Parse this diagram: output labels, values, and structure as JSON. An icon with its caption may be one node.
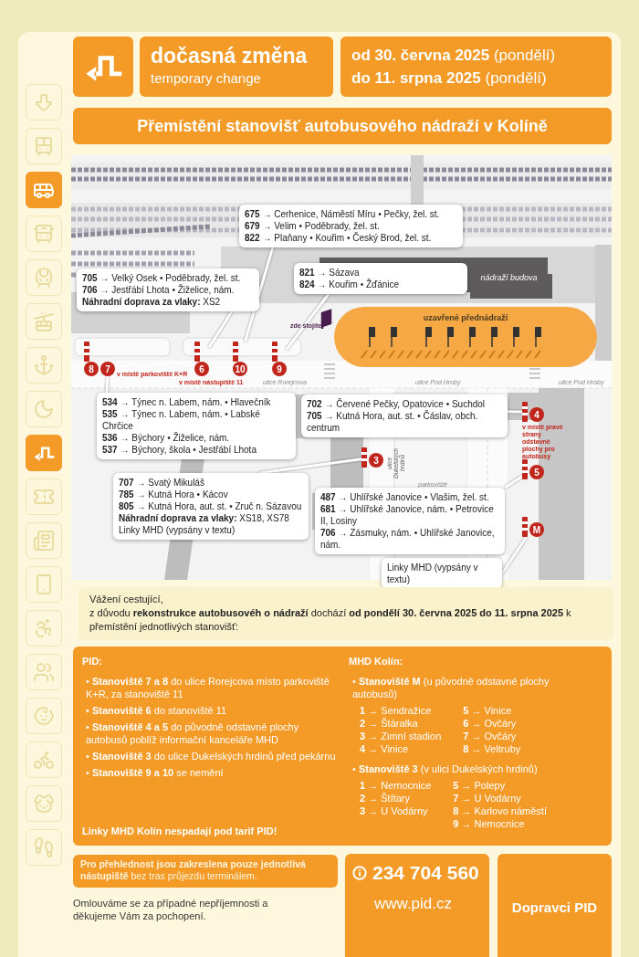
{
  "diagram": {
    "title": "Přemístění stanovišť autobusového nádraží v Kolíně",
    "nodes": [
      {
        "text": [
          "dočasná změna",
          "temporary change"
        ]
      },
      {
        "text": [
          "**od 30. června 2025** (pondělí)",
          "**do 11. srpna 2025** (pondělí)"
        ]
      },
      {
        "text": [
          "**675** → Cerhenice, Náměstí Míru • Pečky, žel. st.",
          "**679** → Velim • Poděbrady, žel. st.",
          "**822** → Plaňany • Kouřim • Český Brod, žel. st."
        ]
      },
      {
        "text": [
          "**705** → Velký Osek • Poděbrady, žel. st.",
          "**706** → Jestřábí Lhota • Žiželice, nám.",
          "**Náhradní doprava za vlaky:** XS2"
        ]
      },
      {
        "text": [
          "nádraží budova"
        ]
      },
      {
        "text": [
          "**821** → Sázava",
          "**824** → Kouřim • Žďánice"
        ]
      },
      {
        "text": [
          "uzavřené přednádraží"
        ]
      },
      {
        "text": [
          "8"
        ]
      },
      {
        "text": [
          "7"
        ]
      },
      {
        "text": [
          "6"
        ]
      },
      {
        "text": [
          "10"
        ]
      },
      {
        "text": [
          "9"
        ]
      },
      {
        "text": [
          "**534** → Týnec n. Labem, nám. • Hlavečník",
          "**535** → Týnec n. Labem, nám. • Labské Chrčice",
          "**536** → Býchory • Žiželice, nám.",
          "**537** → Býchory, škola • Jestřábí Lhota"
        ]
      },
      {
        "text": [
          "**702** → Červené Pečky, Opatovice • Suchdol",
          "**705** → Kutná Hora, aut. st. • Čáslav, obch. centrum"
        ]
      },
      {
        "text": [
          "4"
        ]
      },
      {
        "text": [
          "3"
        ]
      },
      {
        "text": [
          "**707** → Svatý Mikuláš",
          "**785** → Kutná Hora • Kácov",
          "**805** → Kutná Hora, aut. st. • Zruč n. Sázavou",
          "**Náhradní doprava za vlaky:** XS18, XS78",
          "Linky MHD (vypsány v textu)"
        ]
      },
      {
        "text": [
          "5"
        ]
      },
      {
        "text": [
          "**487** → Uhlířské Janovice • Vlašim, žel. st.",
          "**681** → Uhlířské Janovice, nám. • Petrovice II, Losiny",
          "**706** → Zásmuky, nám. • Uhlířské Janovice, nám."
        ]
      },
      {
        "text": [
          "M"
        ]
      },
      {
        "text": [
          "Linky MHD (vypsány v textu)"
        ]
      },
      {
        "text": [
          "Vážení cestující,",
          "z důvodu **rekonstrukce autobusovéh o nádraží** dochází **od pondělí 30. června 2025 do 11. srpna 2025** k přemístění jednotlivých stanovišť:"
        ]
      },
      {
        "text": [
          "PID:",
          "• **Stanoviště 7 a 8** do ulice Rorejcova místo parkoviště K+R, za stanoviště 11",
          "• **Stanoviště 6** do stanoviště 11",
          "• **Stanoviště 4 a 5** do původně odstavné plochy autobusů poblíž informační kanceláře MHD",
          "• **Stanoviště 3** do ulice Dukelských hrdinů před pekárnu",
          "• **Stanoviště 9 a 10** se nemění",
          "Linky MHD Kolín nespadají pod tarif PID!",
          "MHD Kolín:",
          "• **Stanoviště M** (u původně odstavné plochy autobusů)",
          "• **Stanoviště 3** (v ulici Dukelských hrdinů)"
        ]
      },
      {
        "text": [
          "**Pro přehlednost jsou zakreslena pouze jednotlivá nástupiště** bez tras průjezdu terminálem."
        ]
      },
      {
        "text": [
          "234 704 560",
          "www.pid.cz"
        ]
      },
      {
        "text": [
          "Dopravci PID"
        ]
      }
    ],
    "edges": [
      {
        "from": 2,
        "to": 10,
        "arrow": "none"
      },
      {
        "from": 3,
        "to": 9,
        "arrow": "none"
      },
      {
        "from": 5,
        "to": 11,
        "arrow": "none"
      },
      {
        "from": 12,
        "to": 8,
        "arrow": "none"
      },
      {
        "from": 13,
        "to": 14,
        "arrow": "none"
      },
      {
        "from": 16,
        "to": 15,
        "arrow": "none"
      },
      {
        "from": 18,
        "to": 17,
        "arrow": "none"
      },
      {
        "from": 20,
        "to": 19,
        "arrow": "none"
      }
    ],
    "labels": [
      "zde stojíte",
      "v místě parkoviště K+R",
      "v místě nástupiště 11",
      "ulice Rorejcova",
      "ulice Pod Hroby",
      "ulice Pod Hroby",
      "v místě pravé strany odstavné plochy pro autobusy",
      "ulice Dukelských hrdinů",
      "parkoviště",
      "**1** → Sendražice",
      "**2** → Štáralka",
      "**3** → Zimní stadion",
      "**4** → Vinice",
      "**5** → Vinice",
      "**6** → Ovčáry",
      "**7** → Ovčáry",
      "**8** → Veltruby",
      "**1** → Nemocnice",
      "**2** → Štítary",
      "**3** → U Vodárny",
      "**5** → Polepy",
      "**7** → U Vodárny",
      "**8** → Karlovo náměstí",
      "**9** → Nemocnice",
      "Omlouváme se za případné nepříjemnosti a děkujeme Vám za pochopení."
    ]
  }
}
